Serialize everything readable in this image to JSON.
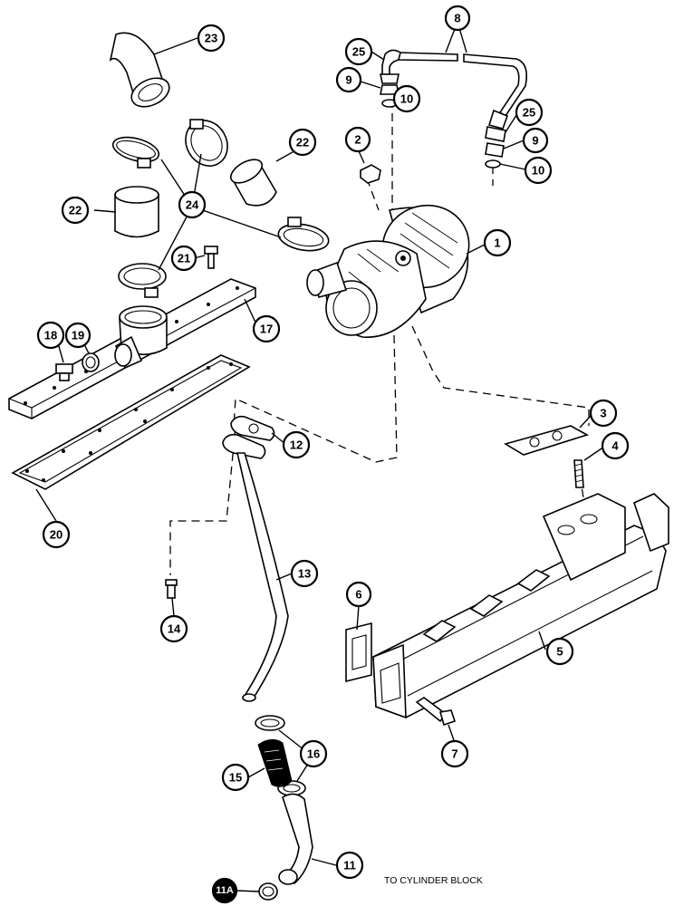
{
  "callouts": {
    "c1": "1",
    "c2": "2",
    "c3": "3",
    "c4": "4",
    "c5": "5",
    "c6": "6",
    "c7": "7",
    "c8": "8",
    "c9a": "9",
    "c9b": "9",
    "c10a": "10",
    "c10b": "10",
    "c11": "11",
    "c11a": "11A",
    "c12": "12",
    "c13": "13",
    "c14": "14",
    "c15": "15",
    "c16": "16",
    "c17": "17",
    "c18": "18",
    "c19": "19",
    "c20": "20",
    "c21": "21",
    "c22a": "22",
    "c22b": "22",
    "c23": "23",
    "c24": "24",
    "c25a": "25",
    "c25b": "25"
  },
  "caption": "TO CYLINDER BLOCK"
}
